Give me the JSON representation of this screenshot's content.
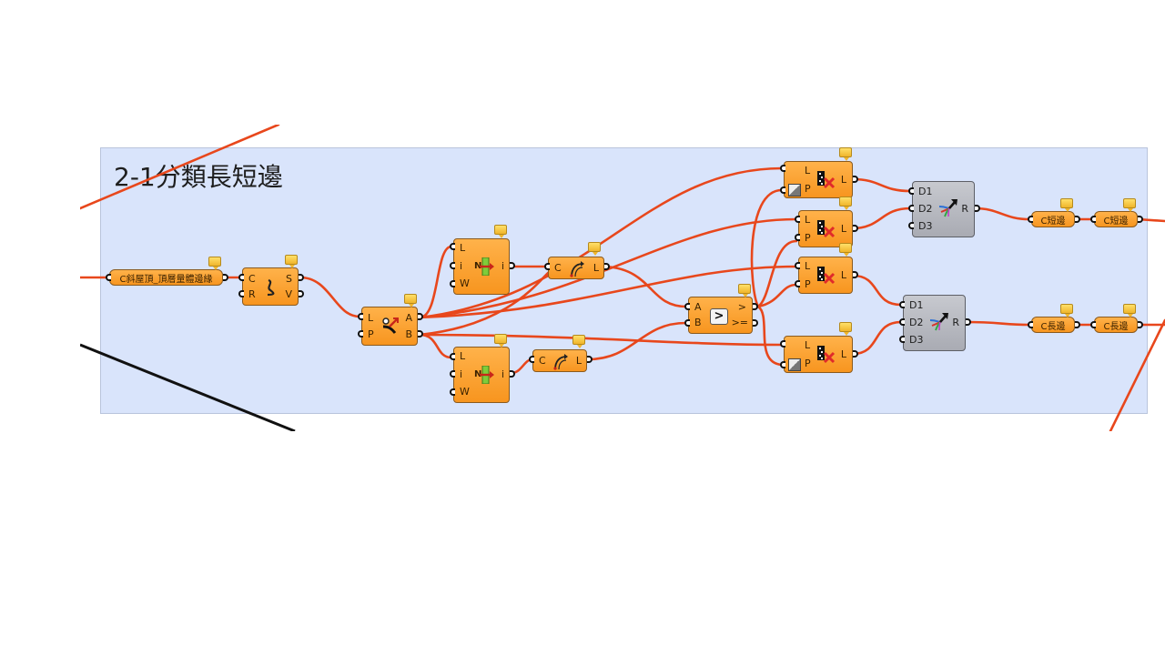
{
  "group": {
    "title": "2-1分類長短邊",
    "color": "#d9e4fb"
  },
  "wire_color": "#e8471c",
  "components": {
    "input_param": {
      "label": "C斜屋頂_頂層量體邊緣",
      "icon": "curve-param"
    },
    "explode": {
      "name": "Explode",
      "icon": "explode-curve-icon",
      "inputs": [
        "C",
        "R"
      ],
      "outputs": [
        "S",
        "V"
      ]
    },
    "dispatch": {
      "name": "Dispatch",
      "icon": "dispatch-icon",
      "inputs": [
        "L",
        "P"
      ],
      "outputs": [
        "A",
        "B"
      ]
    },
    "item_top": {
      "name": "List Item",
      "icon": "list-item-icon",
      "inputs": [
        "L",
        "i",
        "W"
      ],
      "outputs": [
        "i"
      ],
      "center": "N"
    },
    "item_bottom": {
      "name": "List Item",
      "icon": "list-item-icon",
      "inputs": [
        "L",
        "i",
        "W"
      ],
      "outputs": [
        "i"
      ],
      "center": "N"
    },
    "length_top": {
      "name": "Length",
      "icon": "curve-length-icon",
      "inputs": [
        "C"
      ],
      "outputs": [
        "L"
      ]
    },
    "length_bottom": {
      "name": "Length",
      "icon": "curve-length-icon",
      "inputs": [
        "C"
      ],
      "outputs": [
        "L"
      ]
    },
    "larger": {
      "name": "Larger Than",
      "icon": "larger-than-icon",
      "symbol": ">",
      "inputs": [
        "A",
        "B"
      ],
      "outputs": [
        ">",
        ">="
      ]
    },
    "cull_1": {
      "name": "Cull Pattern",
      "icon": "cull-pattern-icon",
      "inputs": [
        "L",
        "P"
      ],
      "outputs": [
        "L"
      ],
      "invert": true
    },
    "cull_2": {
      "name": "Cull Pattern",
      "icon": "cull-pattern-icon",
      "inputs": [
        "L",
        "P"
      ],
      "outputs": [
        "L"
      ],
      "invert": false
    },
    "cull_3": {
      "name": "Cull Pattern",
      "icon": "cull-pattern-icon",
      "inputs": [
        "L",
        "P"
      ],
      "outputs": [
        "L"
      ],
      "invert": false
    },
    "cull_4": {
      "name": "Cull Pattern",
      "icon": "cull-pattern-icon",
      "inputs": [
        "L",
        "P"
      ],
      "outputs": [
        "L"
      ],
      "invert": true
    },
    "merge_top": {
      "name": "Merge",
      "icon": "merge-icon",
      "inputs": [
        "D1",
        "D2",
        "D3"
      ],
      "outputs": [
        "R"
      ]
    },
    "merge_bottom": {
      "name": "Merge",
      "icon": "merge-icon",
      "inputs": [
        "D1",
        "D2",
        "D3"
      ],
      "outputs": [
        "R"
      ]
    },
    "short_a": {
      "label": "C短邊"
    },
    "short_b": {
      "label": "C短邊"
    },
    "long_a": {
      "label": "C長邊"
    },
    "long_b": {
      "label": "C長邊"
    }
  }
}
